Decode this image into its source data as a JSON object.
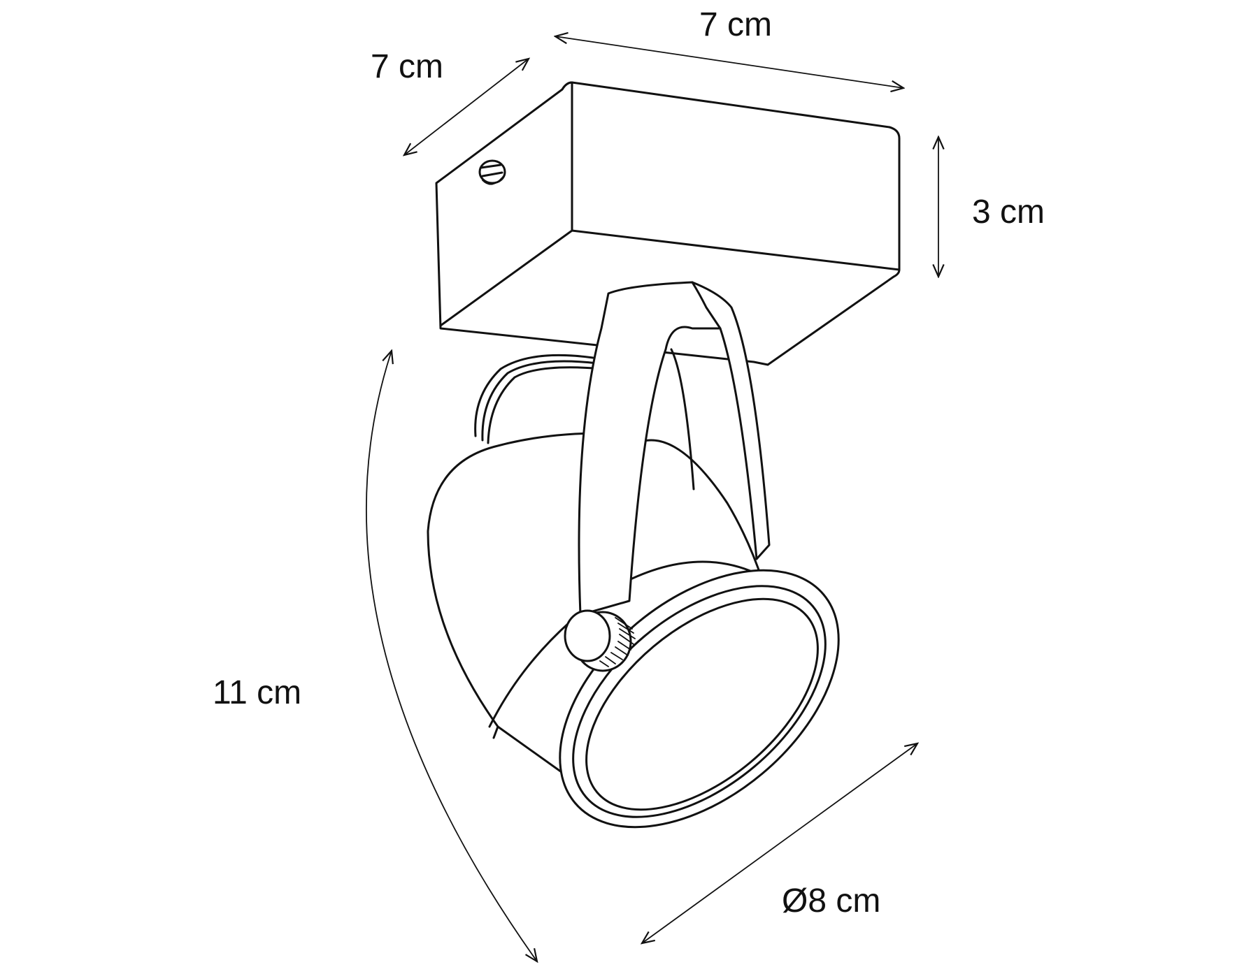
{
  "diagram": {
    "subject": "ceiling spotlight with rectangular mount",
    "dimensions": {
      "width_top": "7 cm",
      "depth_top": "7 cm",
      "height_mount": "3 cm",
      "length_total": "11 cm",
      "diameter": "Ø8 cm"
    }
  },
  "colors": {
    "ink": "#111111",
    "background": "#ffffff"
  }
}
